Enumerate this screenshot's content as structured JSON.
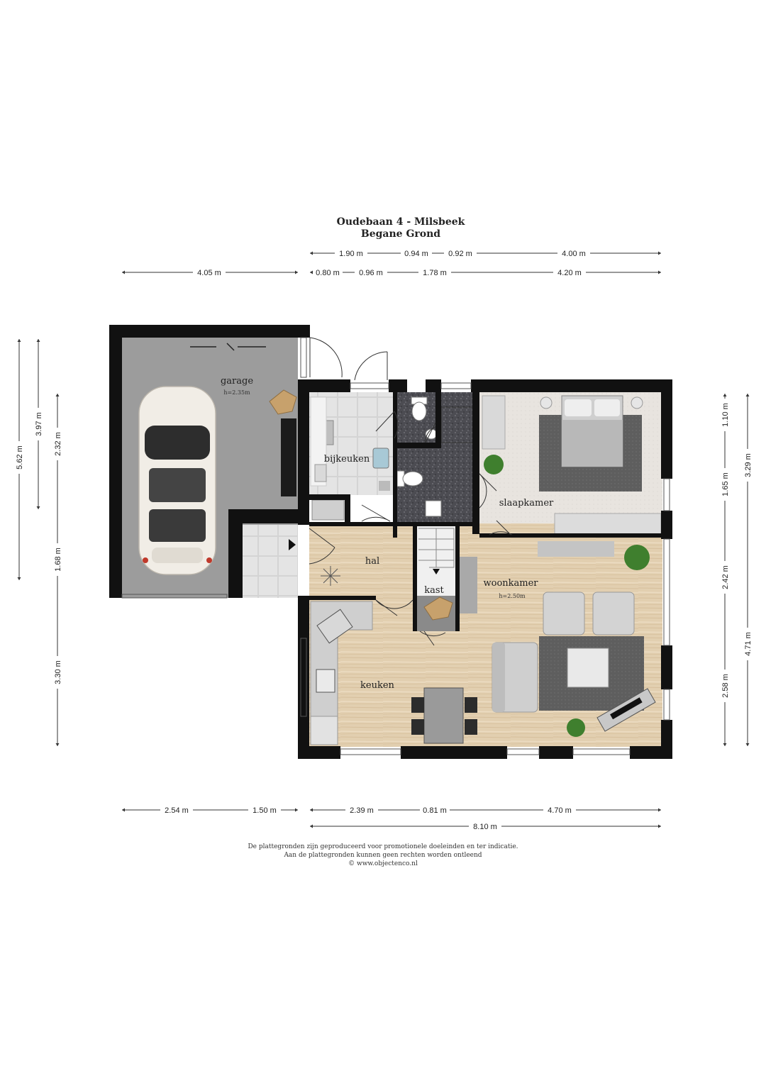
{
  "header": {
    "title": "Oudebaan 4 - Milsbeek",
    "floor": "Begane Grond"
  },
  "dimensions": {
    "top_row1": [
      "1.90 m",
      "0.94 m",
      "0.92 m",
      "4.00 m"
    ],
    "top_row2": [
      "4.05 m",
      "0.80 m",
      "0.96 m",
      "1.78 m",
      "4.20 m"
    ],
    "left_outer": [
      "5.62 m"
    ],
    "left_mid": [
      "3.97 m"
    ],
    "left_inner": [
      "2.32 m",
      "1.68 m",
      "3.30 m"
    ],
    "right_inner": [
      "1.10 m",
      "1.65 m",
      "2.42 m",
      "2.58 m"
    ],
    "right_outer": [
      "3.29 m",
      "4.71 m"
    ],
    "bottom_row1": [
      "2.54 m",
      "1.50 m",
      "2.39 m",
      "0.81 m",
      "4.70 m"
    ],
    "bottom_row2": [
      "8.10 m"
    ]
  },
  "rooms": {
    "garage": "garage",
    "garage_height": "h=2.35m",
    "bijkeuken": "bijkeuken",
    "slaapkamer": "slaapkamer",
    "hal": "hal",
    "kast": "kast",
    "woonkamer": "woonkamer",
    "woonkamer_height": "h=2.50m",
    "keuken": "keuken"
  },
  "footer": {
    "line1": "De plattegronden zijn geproduceerd voor promotionele doeleinden en ter indicatie.",
    "line2": "Aan de plattegronden kunnen geen rechten worden ontleend",
    "line3": "© www.objectenco.nl"
  },
  "colors": {
    "wall": "#111111",
    "wood": "#e2cfb0",
    "tile": "#e4e4e4",
    "garage_floor": "#9c9c9c",
    "granite": "#4c4c52",
    "carpet": "#e8e4df",
    "rug": "#5e5e5e"
  }
}
